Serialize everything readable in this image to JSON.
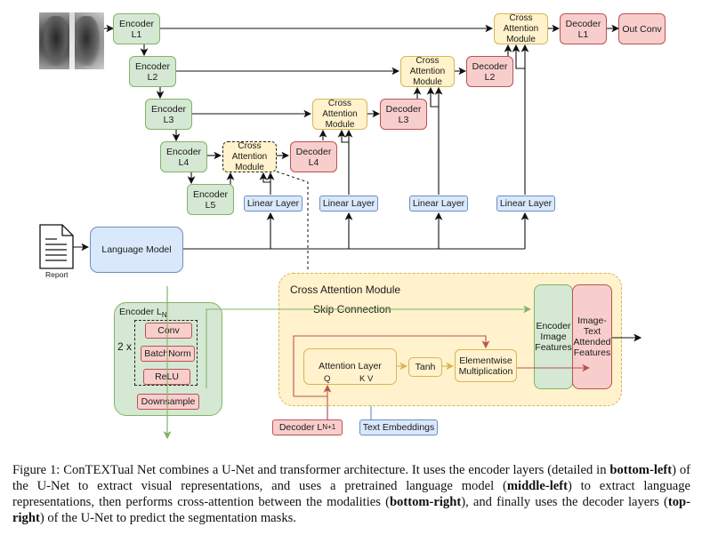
{
  "unet": {
    "input_image_label": "chest-xray",
    "encoders": [
      {
        "label": "Encoder\nL1"
      },
      {
        "label": "Encoder\nL2"
      },
      {
        "label": "Encoder\nL3"
      },
      {
        "label": "Encoder\nL4"
      },
      {
        "label": "Encoder\nL5"
      }
    ],
    "cross_attention_label": "Cross\nAttention\nModule",
    "decoders": [
      {
        "label": "Decoder\nL1"
      },
      {
        "label": "Decoder\nL2"
      },
      {
        "label": "Decoder\nL3"
      },
      {
        "label": "Decoder\nL4"
      }
    ],
    "out_conv_label": "Out Conv",
    "linear_layer_label": "Linear Layer"
  },
  "language": {
    "report_label": "Report",
    "model_label": "Language Model"
  },
  "encoder_detail": {
    "title": "Encoder L",
    "title_sub": "N",
    "repeat_label": "2 x",
    "layers": [
      "Conv",
      "BatchNorm",
      "ReLU"
    ],
    "downsample_label": "Downsample"
  },
  "cam_detail": {
    "title": "Cross Attention Module",
    "skip_label": "Skip Connection",
    "attention_label": "Attention Layer",
    "q_label": "Q",
    "kv_label": "K V",
    "tanh_label": "Tanh",
    "mult_label": "Elementwise\nMultiplication",
    "enc_features_label": "Encoder\nImage\nFeatures",
    "attended_label": "Image-\nText\nAttended\nFeatures",
    "decoder_input_label": "Decoder L",
    "decoder_input_sub": "N+1",
    "text_embeddings_label": "Text Embeddings"
  },
  "caption": {
    "prefix": "Figure 1: ConTEXTual Net combines a U-Net and transformer architecture. It uses the encoder layers (detailed in ",
    "b1": "bottom-left",
    "t1": ") of the U-Net to extract visual representations, and uses a pretrained language model (",
    "b2": "middle-left",
    "t2": ") to extract language representations, then performs cross-attention between the modalities (",
    "b3": "bottom-right",
    "t3": "), and finally uses the decoder layers (",
    "b4": "top-right",
    "t4": ") of the U-Net to predict the segmentation masks."
  },
  "colors": {
    "encoder_fill": "#d5e8d4",
    "decoder_fill": "#f8cecc",
    "attention_fill": "#fff2cc",
    "linear_fill": "#dae8fc",
    "skip_line": "#82b366",
    "query_line": "#b85450",
    "kv_line": "#6c8ebf",
    "flow_line": "#d6b656"
  }
}
